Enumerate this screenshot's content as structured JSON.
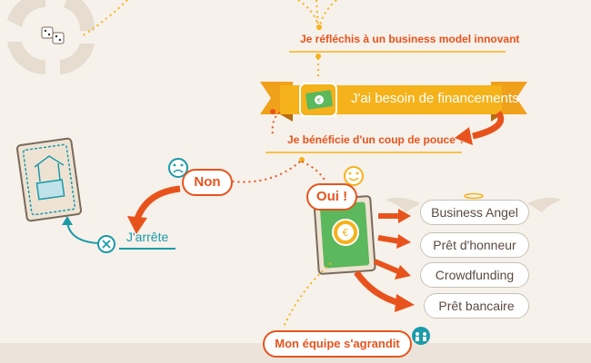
{
  "flow": {
    "question_business_model": "Je réfléchis à un business model innovant",
    "banner": "J'ai besoin de financements",
    "question_coup_de_pouce": "Je bénéficie d'un coup de pouce ?",
    "answer_no": "Non",
    "answer_yes": "Oui !",
    "stop": "J'arrête",
    "next_step": "Mon équipe s'agrandit"
  },
  "funding_options": [
    "Business Angel",
    "Prêt d'honneur",
    "Crowdfunding",
    "Prêt bancaire"
  ],
  "banner_bill_symbol": "€",
  "coin_symbol": "€",
  "icons": [
    "dice-icon",
    "cycle-arrows-icon",
    "money-bill-icon",
    "sad-face-icon",
    "happy-face-icon",
    "phone-card-icon",
    "coin-icon",
    "wishing-well-icon",
    "stop-icon",
    "team-icon",
    "wings-icon"
  ],
  "colors": {
    "accent_orange": "#e8531d",
    "banner_yellow": "#f5b21a",
    "teal": "#1b9aaa",
    "green": "#5bb85c",
    "background": "#f6f1ea"
  }
}
